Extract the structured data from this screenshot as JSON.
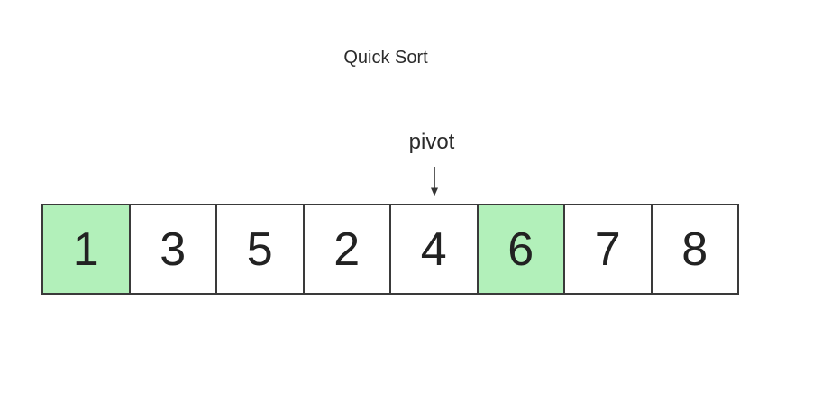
{
  "title": "Quick Sort",
  "pivot": {
    "label": "pivot",
    "index": 4,
    "points_to_value": "4"
  },
  "array": {
    "cells": [
      {
        "value": "1",
        "highlighted": true
      },
      {
        "value": "3",
        "highlighted": false
      },
      {
        "value": "5",
        "highlighted": false
      },
      {
        "value": "2",
        "highlighted": false
      },
      {
        "value": "4",
        "highlighted": false
      },
      {
        "value": "6",
        "highlighted": true
      },
      {
        "value": "7",
        "highlighted": false
      },
      {
        "value": "8",
        "highlighted": false
      }
    ]
  },
  "colors": {
    "highlight_green": "#b2f0ba",
    "cell_border": "#3a3a3a",
    "text": "#2b2b2b",
    "background": "#ffffff"
  }
}
